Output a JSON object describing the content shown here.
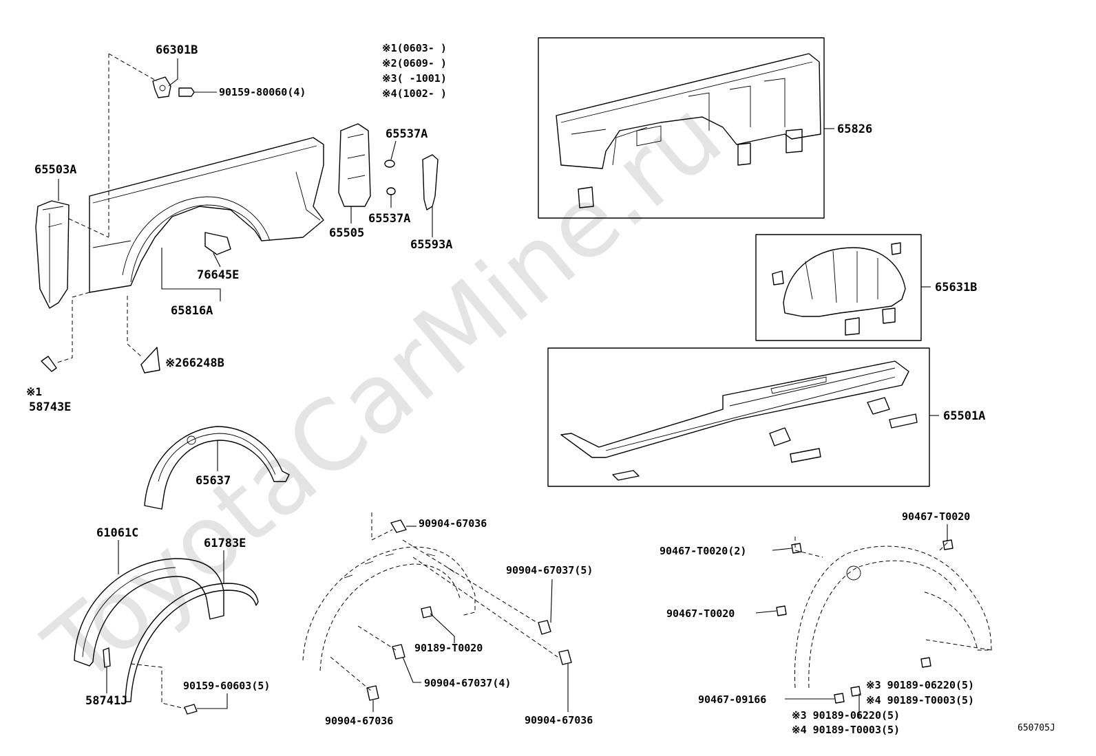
{
  "watermark": "ToyotaCarMine.ru",
  "figure_code": "650705J",
  "notes": [
    {
      "mark": "※1",
      "text": "(0603-      )"
    },
    {
      "mark": "※2",
      "text": "(0609-      )"
    },
    {
      "mark": "※3",
      "text": "(      -1001)"
    },
    {
      "mark": "※4",
      "text": "(1002-      )"
    }
  ],
  "labels": {
    "p66301B": "66301B",
    "p90159_80060": "90159-80060(4)",
    "p65503A": "65503A",
    "p65537A_1": "65537A",
    "p65537A_2": "65537A",
    "p65505": "65505",
    "p65593A": "65593A",
    "p76645E": "76645E",
    "p65816A": "65816A",
    "p66248B": "※266248B",
    "p58743E_mark": "※1",
    "p58743E": "58743E",
    "p65826": "65826",
    "p65631B": "65631B",
    "p65501A": "65501A",
    "p65637": "65637",
    "p61061C": "61061C",
    "p61783E": "61783E",
    "p58741J": "58741J",
    "p90159_60603": "90159-60603(5)",
    "p90904_67036_a": "90904-67036",
    "p90904_67037_5": "90904-67037(5)",
    "p90189_T0020": "90189-T0020",
    "p90904_67037_4": "90904-67037(4)",
    "p90904_67036_b": "90904-67036",
    "p90904_67036_c": "90904-67036",
    "p90467_T0020_2": "90467-T0020(2)",
    "p90467_T0020_a": "90467-T0020",
    "p90467_T0020_b": "90467-T0020",
    "p90467_09166": "90467-09166",
    "p90189_06220_a": "※3 90189-06220(5)",
    "p90189_T0003_a": "※4 90189-T0003(5)",
    "p90189_06220_b": "※3 90189-06220(5)",
    "p90189_T0003_b": "※4 90189-T0003(5)"
  }
}
